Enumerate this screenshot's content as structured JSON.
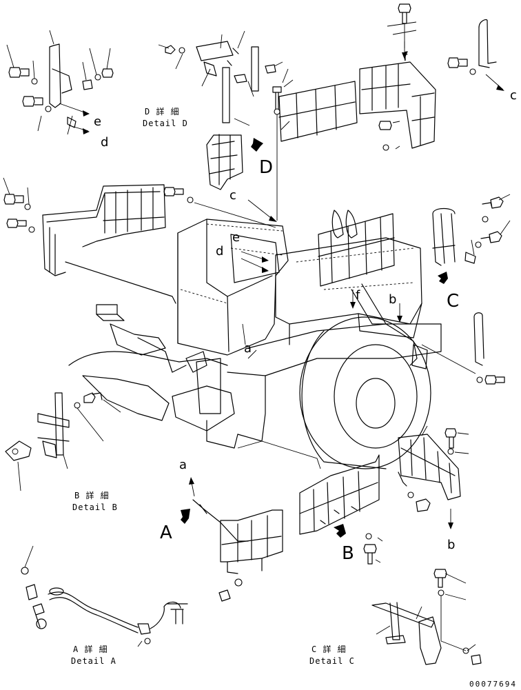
{
  "details": [
    {
      "id": "A",
      "jp": "A 詳 細",
      "en": "Detail A"
    },
    {
      "id": "B",
      "jp": "B 詳 細",
      "en": "Detail B"
    },
    {
      "id": "C",
      "jp": "C 詳 細",
      "en": "Detail C"
    },
    {
      "id": "D",
      "jp": "D 詳 細",
      "en": "Detail D"
    }
  ],
  "view_markers": [
    "A",
    "B",
    "C",
    "D"
  ],
  "connection_letters": [
    "a",
    "b",
    "c",
    "d",
    "e",
    "f"
  ],
  "part_number": "00077694"
}
